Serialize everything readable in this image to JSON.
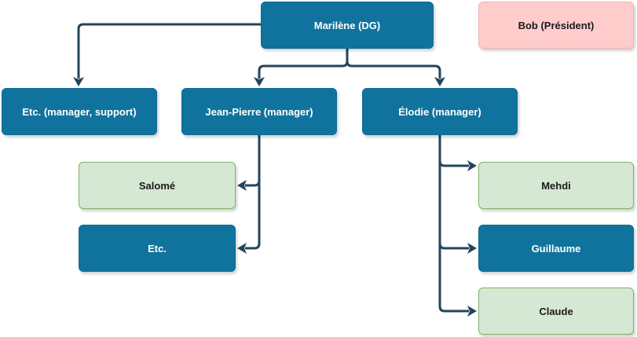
{
  "nodes": {
    "dg": {
      "label": "Marilène (DG)",
      "style": "blue"
    },
    "president": {
      "label": "Bob (Président)",
      "style": "pink"
    },
    "etc_manager": {
      "label": "Etc. (manager, support)",
      "style": "blue"
    },
    "jean_pierre": {
      "label": "Jean-Pierre (manager)",
      "style": "blue"
    },
    "elodie": {
      "label": "Élodie (manager)",
      "style": "blue"
    },
    "salome": {
      "label": "Salomé",
      "style": "green"
    },
    "etc": {
      "label": "Etc.",
      "style": "blue"
    },
    "mehdi": {
      "label": "Mehdi",
      "style": "green"
    },
    "guillaume": {
      "label": "Guillaume",
      "style": "blue"
    },
    "claude": {
      "label": "Claude",
      "style": "green"
    }
  },
  "edges": [
    {
      "from": "dg",
      "to": "etc_manager"
    },
    {
      "from": "dg",
      "to": "jean_pierre"
    },
    {
      "from": "dg",
      "to": "elodie"
    },
    {
      "from": "jean_pierre",
      "to": "salome"
    },
    {
      "from": "jean_pierre",
      "to": "etc"
    },
    {
      "from": "elodie",
      "to": "mehdi"
    },
    {
      "from": "elodie",
      "to": "guillaume"
    },
    {
      "from": "elodie",
      "to": "claude"
    }
  ],
  "colors": {
    "blue_fill": "#10739e",
    "green_fill": "#d5e8d4",
    "pink_fill": "#ffcccc",
    "connector": "#23445d"
  }
}
